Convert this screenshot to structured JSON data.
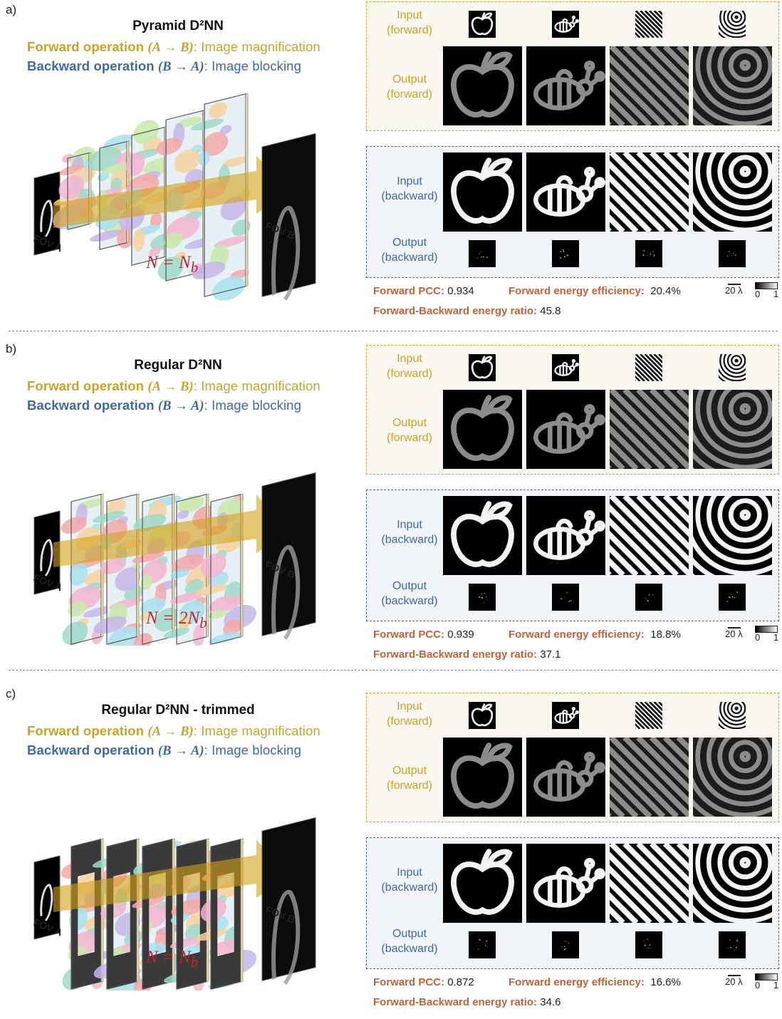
{
  "panels": [
    {
      "label": "a)",
      "title": "Pyramid D²NN",
      "forward_op": {
        "prefix": "Forward operation",
        "math": "(A → B)",
        "suffix": ": Image magnification"
      },
      "backward_op": {
        "prefix": "Backward operation",
        "math": "(B → A)",
        "suffix": ": Image blocking"
      },
      "formula": "N = N",
      "formula_sub": "b",
      "fov_a": "FOV A",
      "fov_b": "FOV B",
      "forward_box": {
        "input_label": [
          "Input",
          "(forward)"
        ],
        "output_label": [
          "Output",
          "(forward)"
        ]
      },
      "backward_box": {
        "input_label": [
          "Input",
          "(backward)"
        ],
        "output_label": [
          "Output",
          "(backward)"
        ]
      },
      "metrics": {
        "pcc_label": "Forward PCC:",
        "pcc_value": "0.934",
        "eff_label": "Forward energy efficiency:",
        "eff_value": "20.4%",
        "ratio_label": "Forward-Backward energy ratio:",
        "ratio_value": "45.8"
      },
      "scale": "20 λ",
      "cbar_min": "0",
      "cbar_max": "1"
    },
    {
      "label": "b)",
      "title": "Regular D²NN",
      "forward_op": {
        "prefix": "Forward operation",
        "math": "(A → B)",
        "suffix": ": Image magnification"
      },
      "backward_op": {
        "prefix": "Backward operation",
        "math": "(B → A)",
        "suffix": ": Image blocking"
      },
      "formula": "N = 2N",
      "formula_sub": "b",
      "fov_a": "FOV A",
      "fov_b": "FOV B",
      "forward_box": {
        "input_label": [
          "Input",
          "(forward)"
        ],
        "output_label": [
          "Output",
          "(forward)"
        ]
      },
      "backward_box": {
        "input_label": [
          "Input",
          "(backward)"
        ],
        "output_label": [
          "Output",
          "(backward)"
        ]
      },
      "metrics": {
        "pcc_label": "Forward PCC:",
        "pcc_value": "0.939",
        "eff_label": "Forward energy efficiency:",
        "eff_value": "18.8%",
        "ratio_label": "Forward-Backward energy ratio:",
        "ratio_value": "37.1"
      },
      "scale": "20 λ",
      "cbar_min": "0",
      "cbar_max": "1"
    },
    {
      "label": "c)",
      "title": "Regular D²NN  - trimmed",
      "forward_op": {
        "prefix": "Forward operation",
        "math": "(A → B)",
        "suffix": ": Image magnification"
      },
      "backward_op": {
        "prefix": "Backward operation",
        "math": "(B → A)",
        "suffix": ": Image blocking"
      },
      "formula": "N = N",
      "formula_sub": "b",
      "fov_a": "FOV A",
      "fov_b": "FOV B",
      "forward_box": {
        "input_label": [
          "Input",
          "(forward)"
        ],
        "output_label": [
          "Output",
          "(forward)"
        ]
      },
      "backward_box": {
        "input_label": [
          "Input",
          "(backward)"
        ],
        "output_label": [
          "Output",
          "(backward)"
        ]
      },
      "metrics": {
        "pcc_label": "Forward PCC:",
        "pcc_value": "0.872",
        "eff_label": "Forward energy efficiency:",
        "eff_value": "16.6%",
        "ratio_label": "Forward-Backward energy ratio:",
        "ratio_value": "34.6"
      },
      "scale": "20 λ",
      "cbar_min": "0",
      "cbar_max": "1"
    }
  ],
  "colors": {
    "forward": "#c9a227",
    "backward": "#3f6aa1",
    "metric_key": "#c0623a",
    "formula": "#c0262d"
  },
  "sample_images": [
    "apple-icon",
    "bee-icon",
    "diagonal-stripes",
    "concentric-rings"
  ]
}
